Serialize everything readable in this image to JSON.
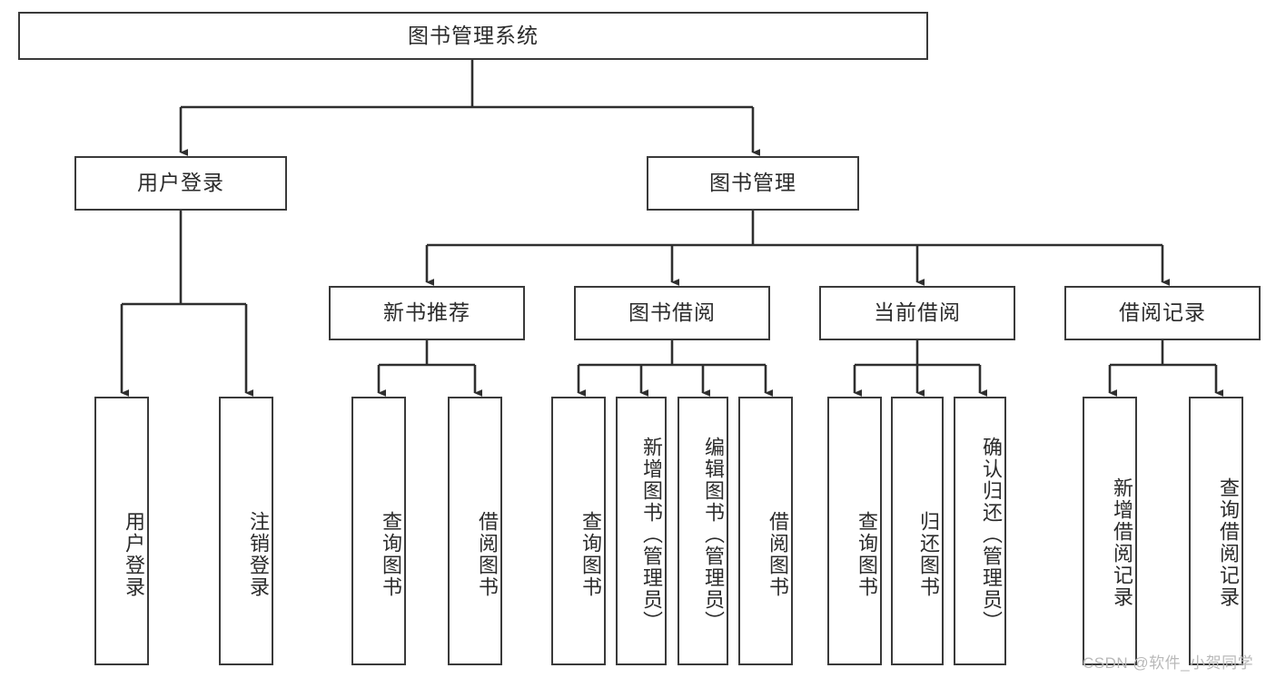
{
  "diagram": {
    "type": "tree",
    "title": "图书管理系统",
    "root": {
      "label": "图书管理系统"
    },
    "level1": [
      {
        "label": "用户登录"
      },
      {
        "label": "图书管理"
      }
    ],
    "level2": [
      {
        "label": "新书推荐"
      },
      {
        "label": "图书借阅"
      },
      {
        "label": "当前借阅"
      },
      {
        "label": "借阅记录"
      }
    ],
    "leaves": {
      "user_login": [
        {
          "label": "用户登录"
        },
        {
          "label": "注销登录"
        }
      ],
      "new_book_recommend": [
        {
          "label": "查询图书"
        },
        {
          "label": "借阅图书"
        }
      ],
      "book_borrow": [
        {
          "label": "查询图书"
        },
        {
          "label": "新增图书（管理员）"
        },
        {
          "label": "编辑图书（管理员）"
        },
        {
          "label": "借阅图书"
        }
      ],
      "current_borrow": [
        {
          "label": "查询图书"
        },
        {
          "label": "归还图书"
        },
        {
          "label": "确认归还（管理员）"
        }
      ],
      "borrow_record": [
        {
          "label": "新增借阅记录"
        },
        {
          "label": "查询借阅记录"
        }
      ]
    }
  },
  "watermark": {
    "text": "CSDN @软件_小贺同学"
  },
  "colors": {
    "border": "#3a3a3a",
    "text": "#2b2b2b",
    "background": "#ffffff",
    "watermark": "#b9b9b9"
  }
}
